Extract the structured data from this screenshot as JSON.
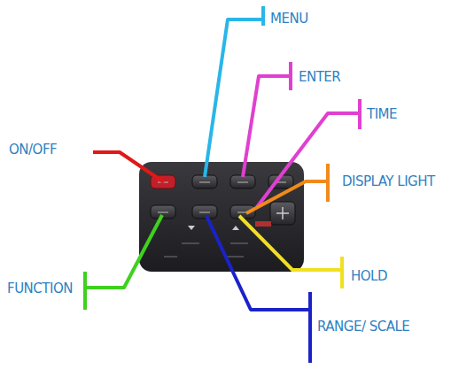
{
  "diagram": {
    "labels": [
      "MENU",
      "ENTER",
      "TIME",
      "ON/OFF",
      "DISPLAY LIGHT",
      "FUNCTION",
      "HOLD",
      "RANGE/ SCALE"
    ]
  }
}
